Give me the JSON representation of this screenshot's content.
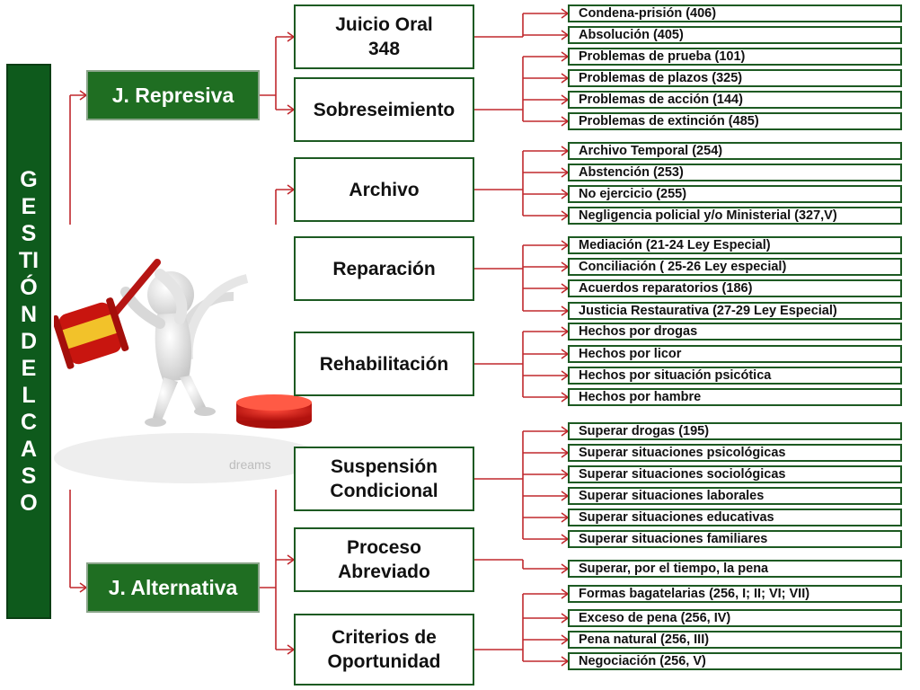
{
  "sidebar": {
    "title": "GESTIÓN DEL CASO"
  },
  "branches": [
    {
      "label": "J. Represiva",
      "color": "#1f6e22"
    },
    {
      "label": "J. Alternativa",
      "color": "#1f6e22"
    }
  ],
  "nodes": [
    {
      "label": "Juicio Oral\n348",
      "branch": 0,
      "leaves": [
        "Condena-prisión  (406)",
        "Absolución  (405)"
      ]
    },
    {
      "label": "Sobreseimiento",
      "branch": 0,
      "leaves": [
        "Problemas de prueba  (101)",
        "Problemas de plazos  (325)",
        "Problemas de acción  (144)",
        "Problemas de extinción  (485)"
      ]
    },
    {
      "label": "Archivo",
      "branch": 1,
      "leaves": [
        "Archivo Temporal  (254)",
        "Abstención  (253)",
        "No ejercicio  (255)",
        "Negligencia policial y/o Ministerial  (327,V)"
      ]
    },
    {
      "label": "Reparación",
      "branch": 1,
      "leaves": [
        "Mediación (21-24 Ley Especial)",
        "Conciliación  ( 25-26 Ley especial)",
        "Acuerdos reparatorios  (186)",
        "Justicia Restaurativa (27-29 Ley Especial)"
      ]
    },
    {
      "label": "Rehabilitación",
      "branch": 1,
      "leaves": [
        "Hechos por drogas",
        "Hechos por licor",
        "Hechos por situación psicótica",
        "Hechos por  hambre"
      ]
    },
    {
      "label": "Suspensión\nCondicional",
      "branch": 1,
      "leaves": [
        "Superar drogas   (195)",
        "Superar situaciones psicológicas",
        "Superar situaciones sociológicas",
        "Superar situaciones laborales",
        "Superar situaciones educativas",
        "Superar situaciones familiares"
      ]
    },
    {
      "label": "Proceso\nAbreviado",
      "branch": 1,
      "leaves": [
        "Superar, por el tiempo, la pena"
      ]
    },
    {
      "label": "Criterios de\nOportunidad",
      "branch": 1,
      "leaves": [
        "Formas bagatelarias  (256, I; II; VI; VII)",
        "Exceso de pena  (256, IV)",
        "Pena natural    (256, III)",
        "Negociación  (256, V)"
      ]
    }
  ],
  "illustration": {
    "watermark": "dreams"
  },
  "colors": {
    "connector": "#c0282d",
    "border": "#1d5a22",
    "sidebar": "#0e5a1c"
  }
}
